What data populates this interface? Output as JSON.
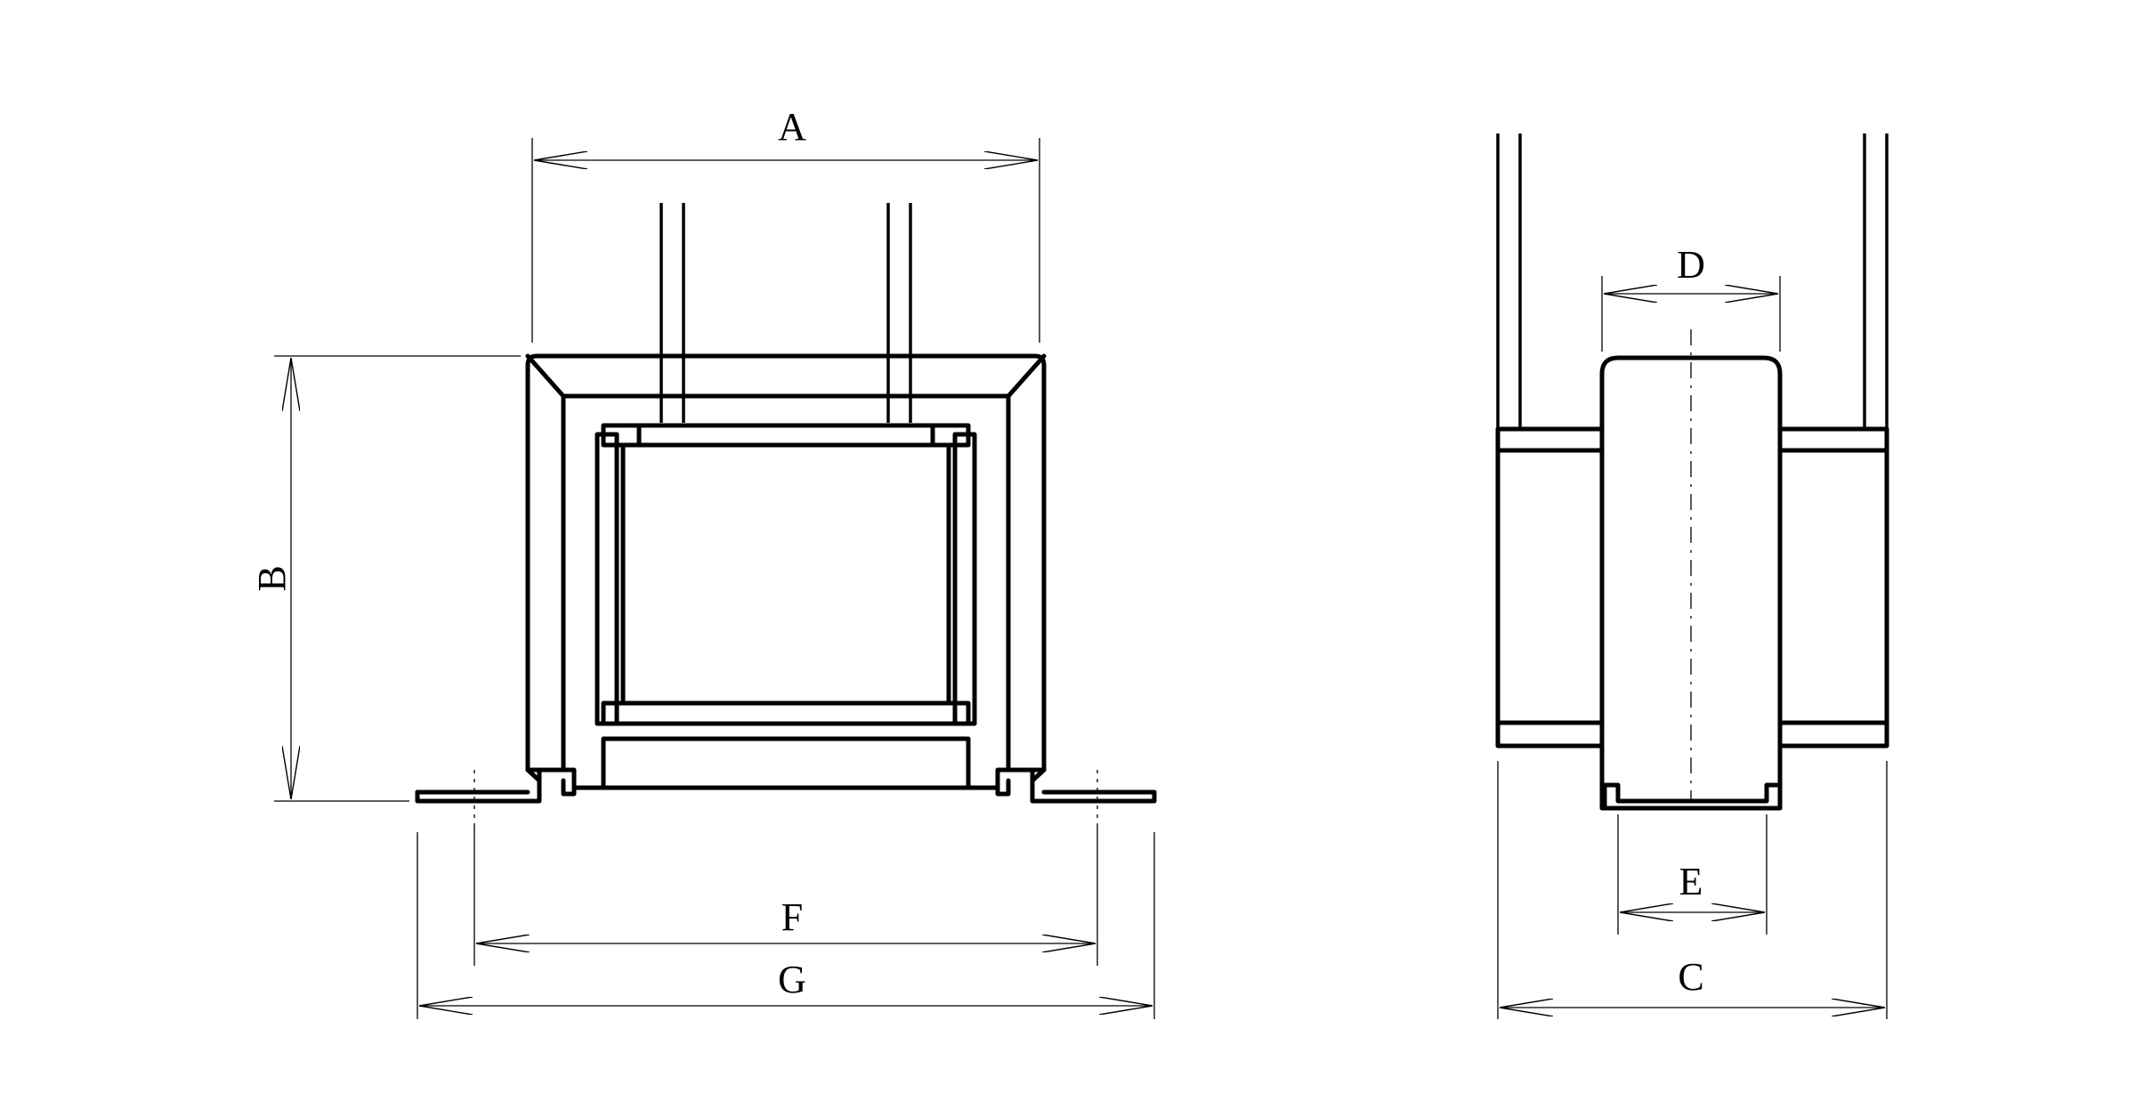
{
  "dimensions": {
    "a": "A",
    "b": "B",
    "c": "C",
    "d": "D",
    "e": "E",
    "f": "F",
    "g": "G"
  },
  "colors": {
    "line": "#000000",
    "background": "#ffffff"
  }
}
